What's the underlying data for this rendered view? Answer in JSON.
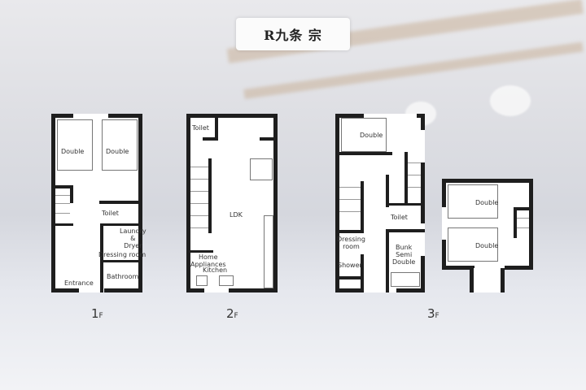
{
  "title": "R九条 宗",
  "floors": [
    {
      "number": "1",
      "suffix": "F",
      "rooms": [
        "Double",
        "Double",
        "Toilet",
        "Laundry\n&\nDryer",
        "Dressing room",
        "Bathroom",
        "Entrance"
      ]
    },
    {
      "number": "2",
      "suffix": "F",
      "rooms": [
        "Toilet",
        "LDK",
        "Home\nAppliances",
        "Kitchen"
      ]
    },
    {
      "number": "3",
      "suffix": "F",
      "rooms": [
        "Double",
        "Toilet",
        "Dressing\nroom",
        "Shower",
        "Bunk\nSemi\nDouble",
        "Double",
        "Double"
      ]
    }
  ],
  "colors": {
    "wall": "#1e1e1e",
    "floor": "#ffffff"
  }
}
